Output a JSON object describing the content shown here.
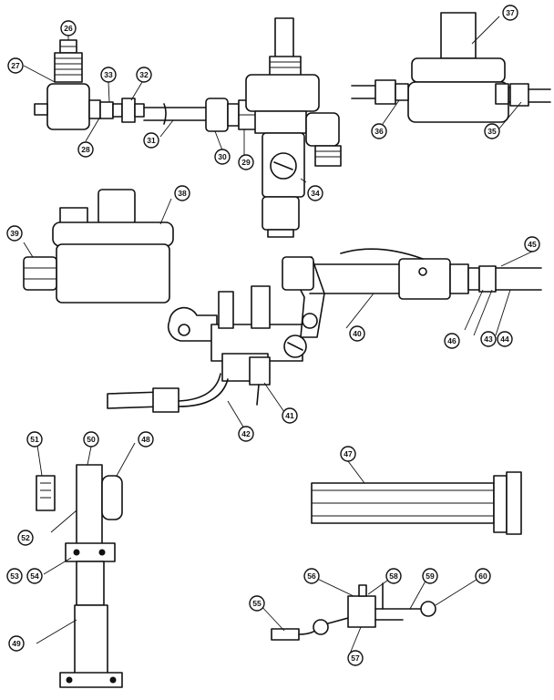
{
  "callouts": {
    "c26": "26",
    "c27": "27",
    "c28": "28",
    "c29": "29",
    "c30": "30",
    "c31": "31",
    "c32": "32",
    "c33": "33",
    "c34": "34",
    "c35": "35",
    "c36": "36",
    "c37": "37",
    "c38": "38",
    "c39": "39",
    "c40": "40",
    "c41": "41",
    "c42": "42",
    "c43": "43",
    "c44": "44",
    "c45": "45",
    "c46": "46",
    "c47": "47",
    "c48": "48",
    "c49": "49",
    "c50": "50",
    "c51": "51",
    "c52": "52",
    "c53": "53",
    "c54": "54",
    "c55": "55",
    "c56": "56",
    "c57": "57",
    "c58": "58",
    "c59": "59",
    "c60": "60"
  }
}
